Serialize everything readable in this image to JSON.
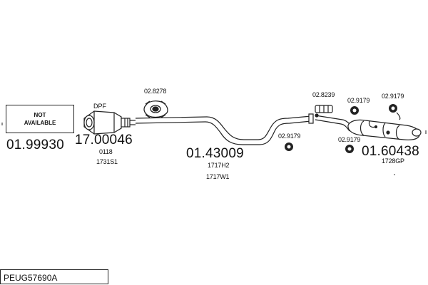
{
  "not_available": {
    "line1": "NOT",
    "line2": "AVAILABLE"
  },
  "parts": {
    "front": {
      "number": "01.99930"
    },
    "dpf": {
      "label": "DPF",
      "number": "17.00046",
      "ref1": "0118",
      "ref2": "1731S1"
    },
    "gasket_1": {
      "number": "02.8278"
    },
    "middle": {
      "number": "01.43009",
      "ref1": "1717H2",
      "ref2": "1717W1"
    },
    "rubber_mid": {
      "number": "02.9179"
    },
    "clamp_rear": {
      "number": "02.8239"
    },
    "rubber_rear_1": {
      "number": "02.9179"
    },
    "rubber_rear_2": {
      "number": "02.9179"
    },
    "rubber_rear_3": {
      "number": "02.9179"
    },
    "rear": {
      "number": "01.60438",
      "ref1": "1728GP"
    }
  },
  "diagram_code": "PEUG57690A"
}
